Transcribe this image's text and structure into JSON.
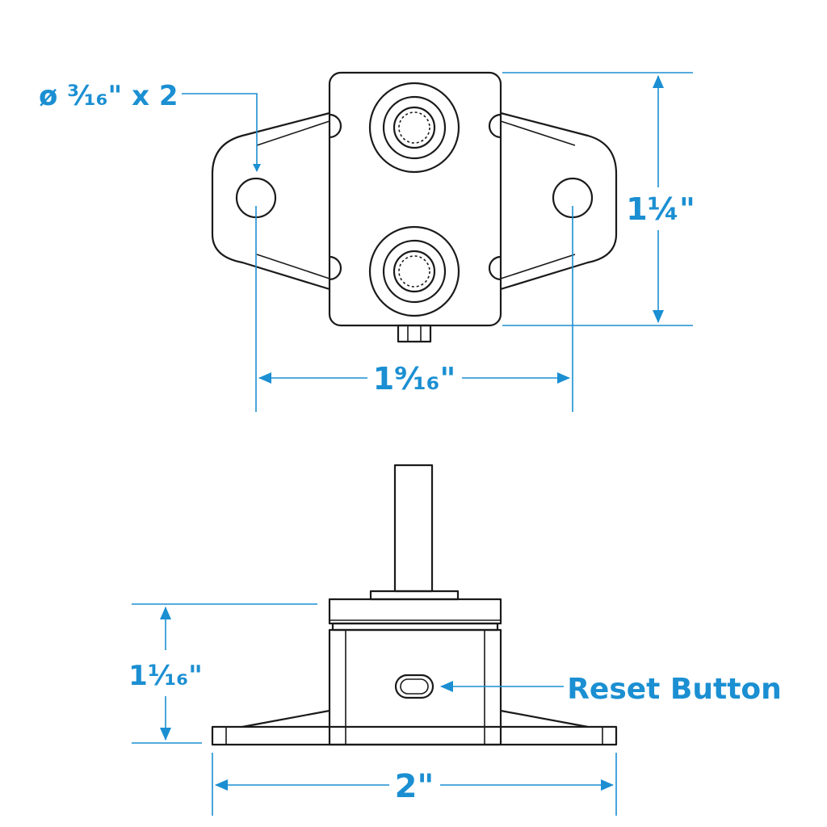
{
  "labels": {
    "hole_diameter": "ø ³⁄₁₆\" x 2",
    "height_top": "1¼\"",
    "hole_spacing": "1⁹⁄₁₆\"",
    "height_side": "1¹⁄₁₆\"",
    "reset_button": "Reset Button",
    "base_width": "2\""
  },
  "colors": {
    "dimension": "#1b8fd2",
    "outline": "#1a1a1a"
  }
}
